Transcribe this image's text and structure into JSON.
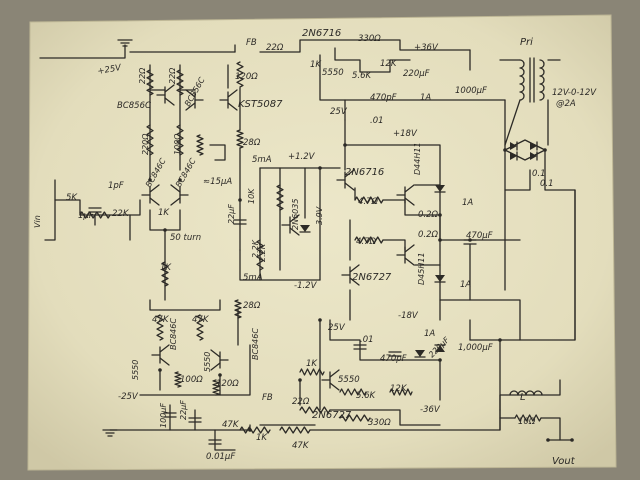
{
  "labels": {
    "q_2n6716_top": "2N6716",
    "r_330_top": "330Ω",
    "r_12k_top": "12K",
    "plus36v": "+36V",
    "pri": "Pri",
    "sec_rating": "12V-0-12V",
    "sec_current": "@2A",
    "plus25v": "+25V",
    "fb_top": "FB",
    "r_22_top": "22Ω",
    "r_1k_top": "1K",
    "r_5550_top": "5550",
    "r_56k_top": "5.6K",
    "c_220uf_top": "220μF",
    "c_470pf_top": "470pF",
    "r_1a_top": "1A",
    "c_1000uf_top": "1000μF",
    "c_25v_top": "25V",
    "c_01_top": ".01",
    "plus18v": "+18V",
    "q_bc856c": "BC856C",
    "q_bc856c_b": "BC856C",
    "r_22_a": "22Ω",
    "r_22_b": "22Ω",
    "r_120_a": "120Ω",
    "q_kst5087": "KST5087",
    "r_220_a": "220Ω",
    "r_100_a": "100Ω",
    "r_28_a": "28Ω",
    "i_15ua": "≈15μA",
    "i_5ma_a": "5mA",
    "plus12v": "+1.2V",
    "q_2n6716_out": "2N6716",
    "q_d44h11": "D44H11",
    "r_47_a": "4.7Ω",
    "r_02_a": "0.2Ω",
    "r_1a_a": "1A",
    "r_1a_b": "1A",
    "q_bc846c_a": "BC846C",
    "q_bc846c_b": "BC846C",
    "c_1pf": "1pF",
    "r_22k": "22K",
    "r_1k_a": "1K",
    "r_5k": "5K",
    "c_1uf": "1μF",
    "vin": "Vin",
    "r_10k": "10K",
    "q_2n6035": "2N6035",
    "d_39v": "3.9V",
    "c_22uf": "22μF",
    "r_2k": "2.2K",
    "r_2k_b": "2.2K",
    "r_47_b": "4.7Ω",
    "r_02_b": "0.2Ω",
    "q_d45h11": "D45H11",
    "c_470uf": "470μF",
    "q_2n6727": "2N6727",
    "minus12v": "-1.2V",
    "i_5ma_b": "5mA",
    "r_28_b": "28Ω",
    "r_1k_b": "1K",
    "pot_50turn": "50 turn",
    "r_47k_a": "47K",
    "r_47k_b": "47K",
    "q_bc846c_c": "BC846C",
    "q_bc846c_d": "BC846C",
    "r_5550_a": "5550",
    "r_5550_b": "5550",
    "r_100_b": "100Ω",
    "r_120_b": "120Ω",
    "minus25v": "-25V",
    "c_25v_bot": "25V",
    "c_01_bot": ".01",
    "minus18v": "-18V",
    "r_1a_c": "1A",
    "c_470pf_bot": "470pF",
    "c_220uf_bot": "220μF",
    "c_1000uf_bot": "1,000μF",
    "r_1k_c": "1K",
    "r_5550_c": "5550",
    "r_56k_bot": "5.6K",
    "r_12k_bot": "12K",
    "minus36v": "-36V",
    "q_2n6727_bot": "2N6727",
    "r_330_bot": "330Ω",
    "fb_bot": "FB",
    "r_22_bot": "22Ω",
    "r_1k_d": "1K",
    "r_47k_c": "47K",
    "c_22uf_b": "22μF",
    "c_100uf": "100μF",
    "c_01_c": "0.01μF",
    "r_47k_d": "47K",
    "inductor_l": "L",
    "r_10_out": "10Ω",
    "vout": "Vout",
    "c_01_d": "0.1",
    "c_01_e": "0.1"
  }
}
